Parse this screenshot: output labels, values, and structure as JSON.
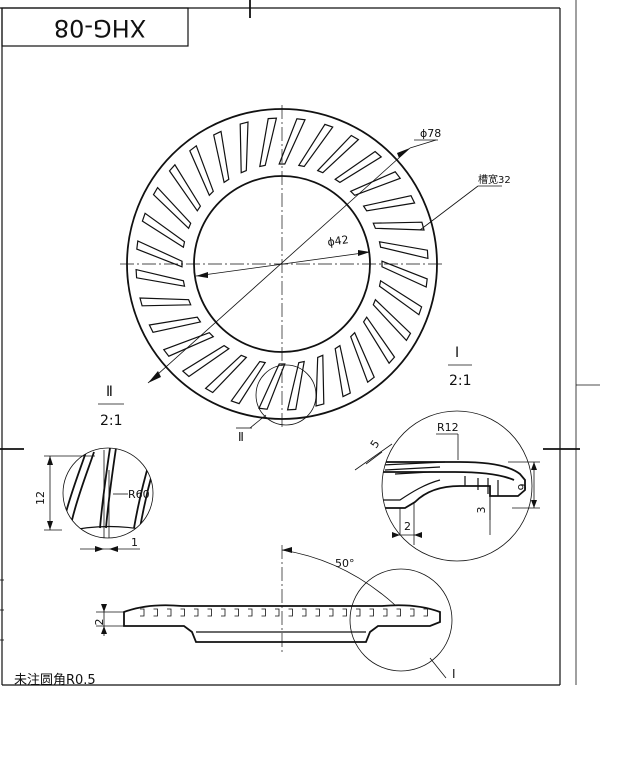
{
  "title_block": {
    "drawing_no": "XHG-08"
  },
  "main_view": {
    "outer_diameter": "ϕ78",
    "inner_diameter": "ϕ42",
    "slot_count": "槽宽32",
    "detail_callout": "Ⅱ"
  },
  "detail_I": {
    "label": "Ⅰ",
    "scale": "2:1",
    "radius": "R12",
    "dim_thickness_angle": "5",
    "dim_width": "2",
    "dim_rib": "3",
    "dim_height": "9"
  },
  "detail_II": {
    "label": "Ⅱ",
    "scale": "2:1",
    "radius": "R60",
    "dim_height": "12",
    "dim_slot": "1"
  },
  "section_view": {
    "angle": "50°",
    "dim_thickness": "2",
    "detail_callout": "Ⅰ"
  },
  "note": {
    "text": "未注圆角R0.5"
  }
}
